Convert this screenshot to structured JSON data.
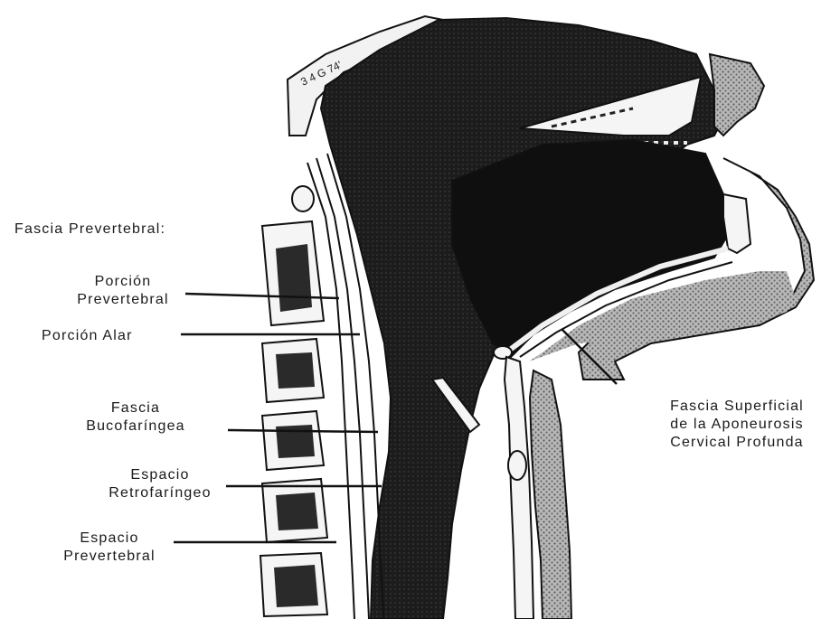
{
  "labels": {
    "fascia_prevertebral": "Fascia Prevertebral:",
    "porcion_prevertebral": [
      "Porción",
      "Prevertebral"
    ],
    "porcion_alar": "Porción Alar",
    "fascia_bucofaringea": [
      "Fascia",
      "Bucofaríngea"
    ],
    "espacio_retrofaringeo": [
      "Espacio",
      "Retrofaríngeo"
    ],
    "espacio_prevertebral": [
      "Espacio",
      "Prevertebral"
    ],
    "fascia_superficial": [
      "Fascia Superficial",
      "de la Aponeurosis",
      "Cervical Profunda"
    ]
  },
  "colors": {
    "ink": "#111111",
    "stipple": "#9a9a9a",
    "bone": "#f4f4f4",
    "dark_fill": "#161616"
  }
}
